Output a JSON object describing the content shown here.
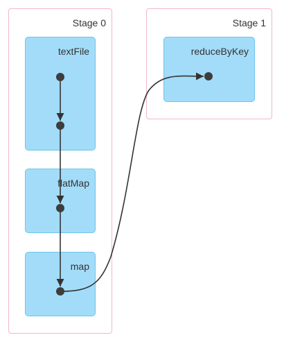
{
  "stages": [
    {
      "label": "Stage 0",
      "operations": [
        {
          "label": "textFile",
          "node_count": 2
        },
        {
          "label": "flatMap",
          "node_count": 1
        },
        {
          "label": "map",
          "node_count": 1
        }
      ]
    },
    {
      "label": "Stage 1",
      "operations": [
        {
          "label": "reduceByKey",
          "node_count": 1
        }
      ]
    }
  ],
  "colors": {
    "stage_border": "#f2b8c6",
    "rdd_fill": "#a3dcf9",
    "rdd_border": "#6fc3ea",
    "node": "#3d3d3d",
    "edge": "#333333"
  }
}
